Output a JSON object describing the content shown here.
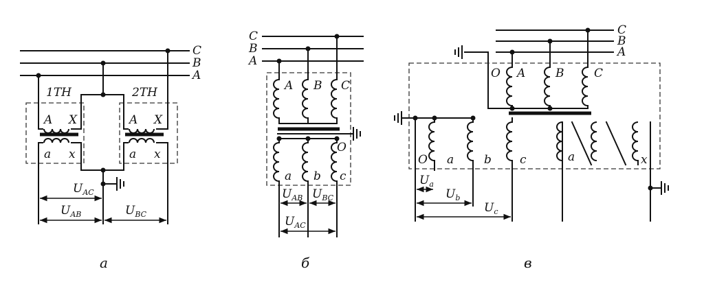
{
  "captions": {
    "a": "а",
    "b": "б",
    "v": "в"
  },
  "phases": {
    "A": "A",
    "B": "B",
    "C": "C"
  },
  "diagram_a": {
    "transformers": [
      "1TH",
      "2TH"
    ],
    "terminals": {
      "A": "A",
      "X": "X",
      "a": "a",
      "x": "x"
    },
    "voltages": {
      "uac": {
        "main": "U",
        "sub": "AC"
      },
      "uab": {
        "main": "U",
        "sub": "AB"
      },
      "ubc": {
        "main": "U",
        "sub": "BC"
      }
    }
  },
  "diagram_b": {
    "primary": [
      "A",
      "B",
      "C"
    ],
    "secondary": [
      "a",
      "b",
      "c"
    ],
    "neutral": "O",
    "voltages": {
      "uab": {
        "main": "U",
        "sub": "AB"
      },
      "ubc": {
        "main": "U",
        "sub": "BC"
      },
      "uac": {
        "main": "U",
        "sub": "AC"
      }
    }
  },
  "diagram_v": {
    "primary": [
      "O",
      "A",
      "B",
      "C"
    ],
    "secondary": [
      "O",
      "a",
      "b",
      "c"
    ],
    "open_delta": [
      "a",
      "x"
    ],
    "voltages": {
      "ua": {
        "main": "U",
        "sub": "a"
      },
      "ub": {
        "main": "U",
        "sub": "b"
      },
      "uc": {
        "main": "U",
        "sub": "c"
      }
    }
  }
}
